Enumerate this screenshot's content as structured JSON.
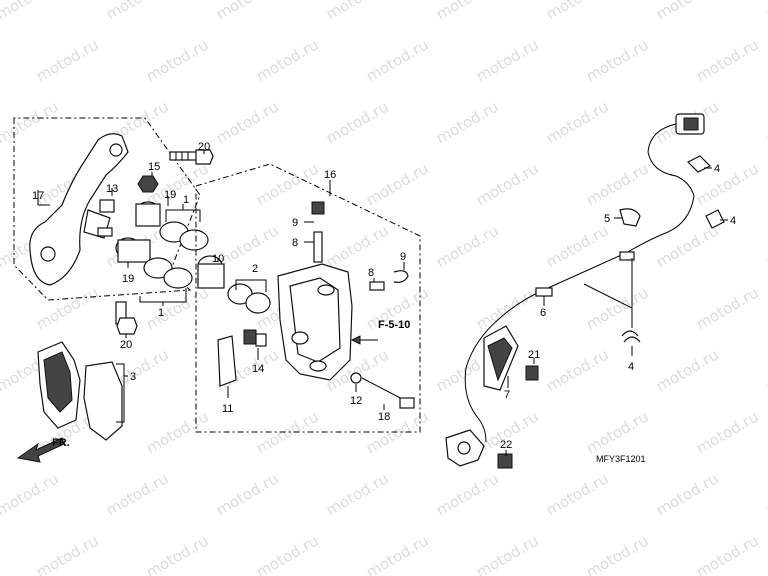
{
  "watermark": "motod.ru",
  "diagram_code": "MFY3F1201",
  "reference": "F-5-10",
  "direction_label": "FR.",
  "callouts": {
    "c1a": "1",
    "c1b": "1",
    "c2": "2",
    "c3": "3",
    "c4a": "4",
    "c4b": "4",
    "c4c": "4",
    "c5": "5",
    "c6": "6",
    "c7": "7",
    "c8a": "8",
    "c8b": "8",
    "c9a": "9",
    "c9b": "9",
    "c10": "10",
    "c11": "11",
    "c12": "12",
    "c13": "13",
    "c14": "14",
    "c15": "15",
    "c16": "16",
    "c17": "17",
    "c18": "18",
    "c19a": "19",
    "c19b": "19",
    "c20a": "20",
    "c20b": "20",
    "c21": "21",
    "c22": "22"
  }
}
